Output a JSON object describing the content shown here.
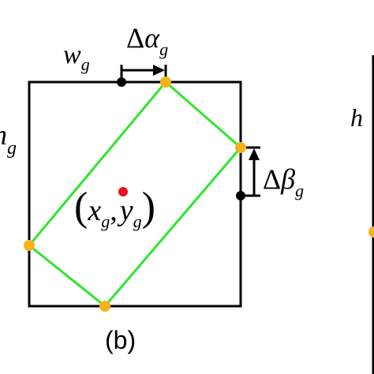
{
  "panel": {
    "caption": "(b)",
    "labels": {
      "w_main": "w",
      "w_sub": "g",
      "h_main": "h",
      "h_sub": "g",
      "delta": "Δ",
      "alpha": "α",
      "alpha_sub": "g",
      "beta": "β",
      "beta_sub": "g",
      "center_open": "(",
      "center_x": "x",
      "center_x_sub": "g",
      "center_comma": ",",
      "center_y": "y",
      "center_y_sub": "g",
      "center_close": ")"
    }
  },
  "right_panel": {
    "h_label": "h"
  },
  "colors": {
    "frame": "#000000",
    "rotated_box": "#2ee62e",
    "corner_point": "#f5b21b",
    "center_point": "#e8101a",
    "reference_point": "#000000"
  }
}
